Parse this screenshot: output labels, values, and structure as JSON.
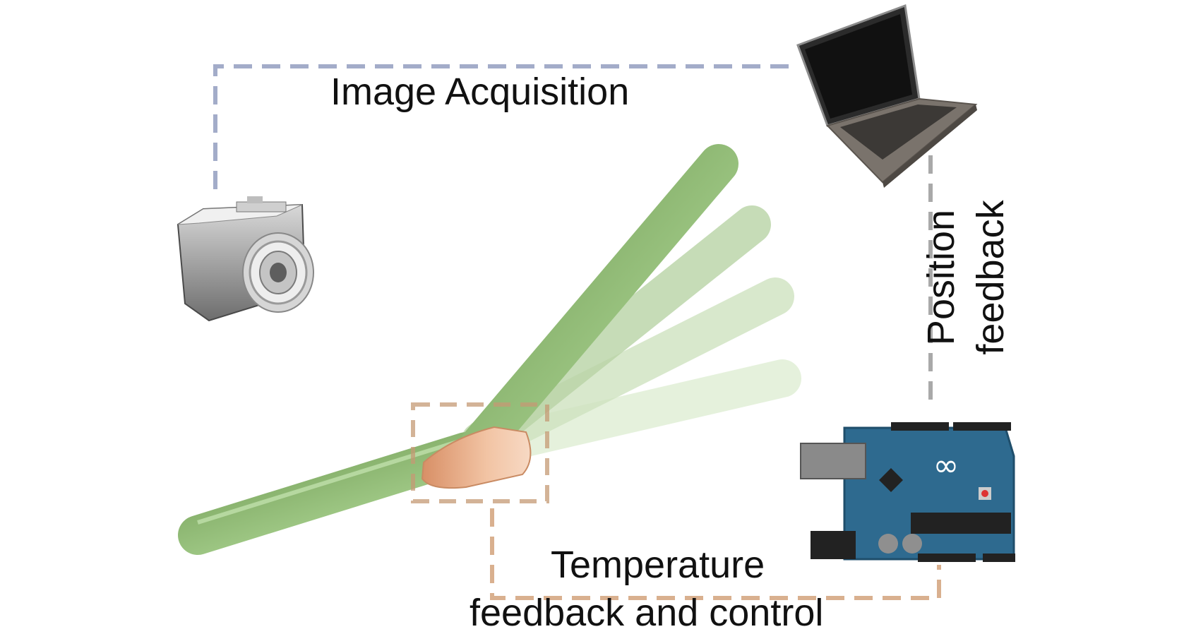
{
  "labels": {
    "image_acquisition": "Image Acquisition",
    "position_feedback_line1": "Position",
    "position_feedback_line2": "feedback",
    "temperature_line1": "Temperature",
    "temperature_line2": "feedback and control"
  },
  "board": {
    "logo": "∞"
  },
  "colors": {
    "image_link": "#a3acc9",
    "position_link": "#a9a9a9",
    "temperature_link": "#d9b08f",
    "beam_green": "#8dbf6c",
    "heater_copper": "#e8a77f",
    "board_blue": "#2e6a8f"
  }
}
